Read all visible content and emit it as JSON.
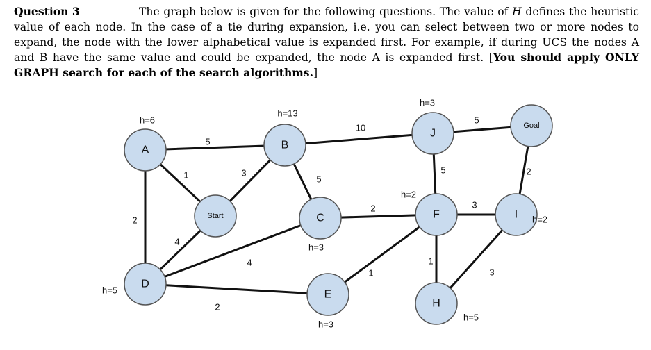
{
  "question": {
    "label": "Question 3",
    "text_part1": "The graph below is given for the following questions. The value of ",
    "h_symbol": "H",
    "text_part2": " defines the heuristic value of each node. In the case of a tie during expansion, i.e. you can select between two or more nodes to expand, the node with the lower alphabetical value is expanded first. For example, if during UCS the nodes A and B have the same value and could be expanded, the node A is expanded first. [",
    "bold_text": "You should apply ONLY GRAPH search for each of the search algorithms.",
    "text_end": "]"
  },
  "graph": {
    "nodes": [
      {
        "id": "A",
        "label": "A",
        "h_label": "h=6"
      },
      {
        "id": "B",
        "label": "B",
        "h_label": "h=13"
      },
      {
        "id": "J",
        "label": "J",
        "h_label": "h=3"
      },
      {
        "id": "Goal",
        "label": "Goal",
        "h_label": ""
      },
      {
        "id": "Start",
        "label": "Start",
        "h_label": ""
      },
      {
        "id": "C",
        "label": "C",
        "h_label": "h=3"
      },
      {
        "id": "F",
        "label": "F",
        "h_label": "h=2"
      },
      {
        "id": "I",
        "label": "I",
        "h_label": "h=2"
      },
      {
        "id": "D",
        "label": "D",
        "h_label": "h=5"
      },
      {
        "id": "E",
        "label": "E",
        "h_label": "h=3"
      },
      {
        "id": "H",
        "label": "H",
        "h_label": "h=5"
      }
    ],
    "edges": [
      {
        "from": "A",
        "to": "B",
        "weight": "5"
      },
      {
        "from": "A",
        "to": "Start",
        "weight": "1"
      },
      {
        "from": "A",
        "to": "D",
        "weight": "2"
      },
      {
        "from": "B",
        "to": "Start",
        "weight": "3"
      },
      {
        "from": "B",
        "to": "C",
        "weight": "5"
      },
      {
        "from": "B",
        "to": "J",
        "weight": "10"
      },
      {
        "from": "J",
        "to": "Goal",
        "weight": "5"
      },
      {
        "from": "J",
        "to": "F",
        "weight": "5"
      },
      {
        "from": "Goal",
        "to": "I",
        "weight": "2"
      },
      {
        "from": "Start",
        "to": "D",
        "weight": "4"
      },
      {
        "from": "C",
        "to": "D",
        "weight": "4"
      },
      {
        "from": "C",
        "to": "F",
        "weight": "2"
      },
      {
        "from": "F",
        "to": "I",
        "weight": "3"
      },
      {
        "from": "F",
        "to": "E",
        "weight": "1"
      },
      {
        "from": "F",
        "to": "H",
        "weight": "1"
      },
      {
        "from": "I",
        "to": "H",
        "weight": "3"
      },
      {
        "from": "D",
        "to": "E",
        "weight": "2"
      }
    ]
  }
}
